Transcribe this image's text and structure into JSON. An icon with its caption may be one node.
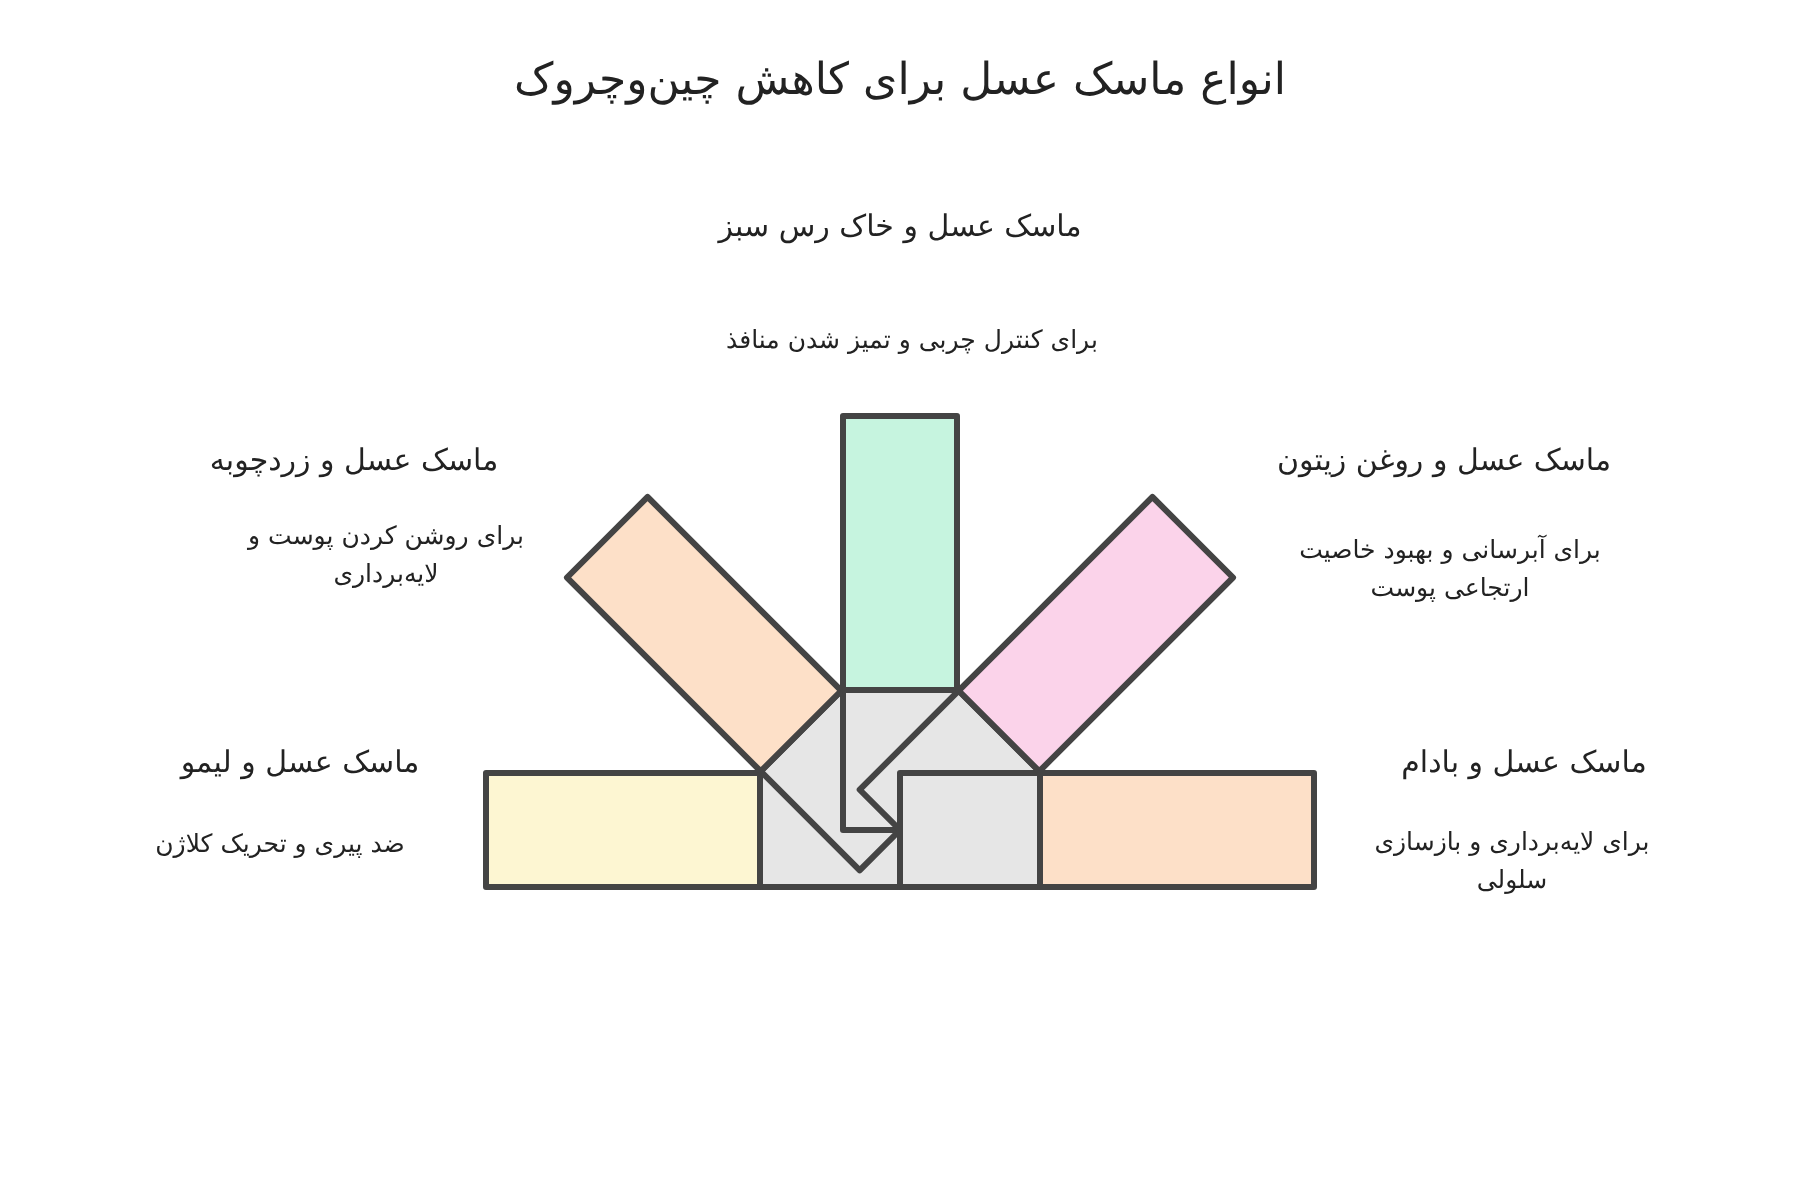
{
  "diagram": {
    "title": "انواع ماسک عسل برای کاهش چین‌وچروک",
    "labels": [
      "ماسک عسل و خاک رس سبز",
      "برای کنترل چربی و تمیز شدن منافذ",
      "ماسک عسل و زردچوبه",
      "برای روشن کردن پوست و لایه‌برداری",
      "ماسک عسل و روغن زیتون",
      "برای آبرسانی و بهبود خاصیت ارتجاعی پوست",
      "ماسک عسل و لیمو",
      "ضد پیری و تحریک کلاژن",
      "ماسک عسل و بادام",
      "برای لایه‌برداری و بازسازی سلولی"
    ]
  }
}
